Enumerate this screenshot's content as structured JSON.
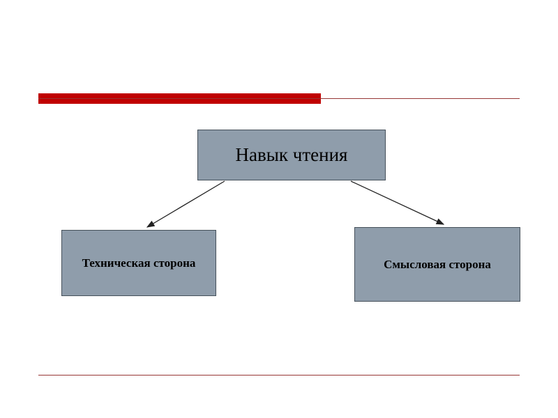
{
  "slide": {
    "background_color": "#ffffff",
    "accent_bar_color": "#c00000",
    "rule_color": "#963634"
  },
  "diagram": {
    "type": "tree",
    "node_fill_color": "#8f9dab",
    "node_border_color": "#45505a",
    "arrow_color": "#222222",
    "root": {
      "label": "Навык чтения"
    },
    "children": [
      {
        "label": "Техническая сторона"
      },
      {
        "label": "Смысловая сторона"
      }
    ]
  }
}
